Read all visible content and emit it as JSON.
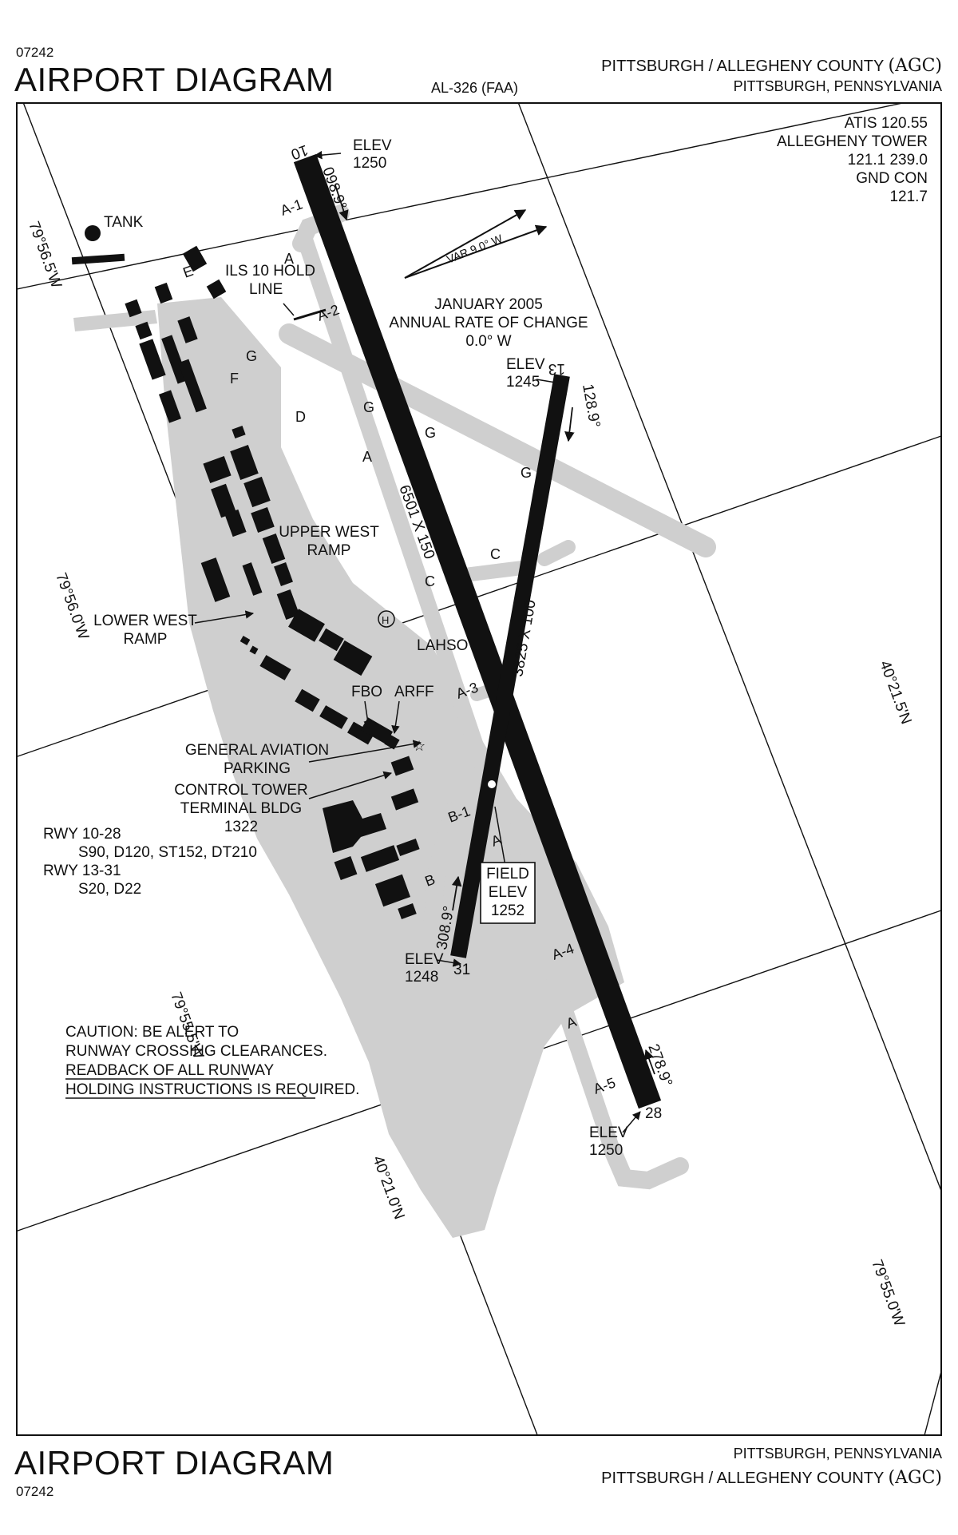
{
  "header": {
    "chart_number": "07242",
    "title": "AIRPORT DIAGRAM",
    "chart_id": "AL-326 (FAA)",
    "airport_name": "PITTSBURGH / ALLEGHENY COUNTY",
    "airport_ident": "(AGC)",
    "location": "PITTSBURGH, PENNSYLVANIA"
  },
  "footer": {
    "title": "AIRPORT DIAGRAM",
    "chart_number": "07242",
    "location": "PITTSBURGH, PENNSYLVANIA",
    "airport_name": "PITTSBURGH / ALLEGHENY COUNTY",
    "airport_ident": "(AGC)"
  },
  "comms": {
    "atis": "ATIS 120.55",
    "tower_name": "ALLEGHENY TOWER",
    "tower_freqs": "121.1  239.0",
    "gnd_name": "GND CON",
    "gnd_freq": "121.7"
  },
  "magvar": {
    "var": "VAR 9.0° W",
    "date": "JANUARY 2005",
    "rate_label": "ANNUAL RATE OF CHANGE",
    "rate": "0.0° W"
  },
  "coords": {
    "lon_1": "79°56.5'W",
    "lon_2": "79°56.0'W",
    "lon_3": "79°55.5'W",
    "lon_4": "79°55.0'W",
    "lat_1": "40°21.5'N",
    "lat_2": "40°21.0'N"
  },
  "runways": {
    "rwy10": {
      "number": "10",
      "heading": "098.9°",
      "elev_label": "ELEV",
      "elev": "1250"
    },
    "rwy28": {
      "number": "28",
      "heading": "278.9°",
      "elev_label": "ELEV",
      "elev": "1250"
    },
    "rwy13": {
      "number": "13",
      "heading": "128.9°",
      "elev_label": "ELEV",
      "elev": "1245"
    },
    "rwy31": {
      "number": "31",
      "heading": "308.9°",
      "elev_label": "ELEV",
      "elev": "1248"
    },
    "dims_10_28": "6501 X 150",
    "dims_13_31": "3825 X 100"
  },
  "labels": {
    "tank": "TANK",
    "ils_hold_1": "ILS 10 HOLD",
    "ils_hold_2": "LINE",
    "upper_west_1": "UPPER WEST",
    "upper_west_2": "RAMP",
    "lower_west_1": "LOWER WEST",
    "lower_west_2": "RAMP",
    "heliport": "H",
    "lahso": "LAHSO",
    "fbo": "FBO",
    "arff": "ARFF",
    "ga_parking_1": "GENERAL AVIATION",
    "ga_parking_2": "PARKING",
    "tower_1": "CONTROL TOWER",
    "tower_2": "TERMINAL BLDG",
    "tower_3": "1322",
    "field_elev_1": "FIELD",
    "field_elev_2": "ELEV",
    "field_elev_3": "1252"
  },
  "taxiways": {
    "a1": "A-1",
    "a2": "A-2",
    "a3": "A-3",
    "a4": "A-4",
    "a5": "A-5",
    "a": "A",
    "b": "B",
    "b1": "B-1",
    "c": "C",
    "d": "D",
    "e": "E",
    "f": "F",
    "g": "G"
  },
  "rwy_data": {
    "line1": "RWY 10-28",
    "line2": "S90, D120, ST152, DT210",
    "line3": "RWY 13-31",
    "line4": "S20, D22"
  },
  "caution": {
    "line1": "CAUTION: BE ALERT TO",
    "line2": "RUNWAY CROSSING CLEARANCES.",
    "line3": "READBACK OF ALL RUNWAY",
    "line4": "HOLDING INSTRUCTIONS IS REQUIRED."
  },
  "colors": {
    "ink": "#111111",
    "taxi": "#cfcfcf",
    "paper": "#ffffff"
  }
}
